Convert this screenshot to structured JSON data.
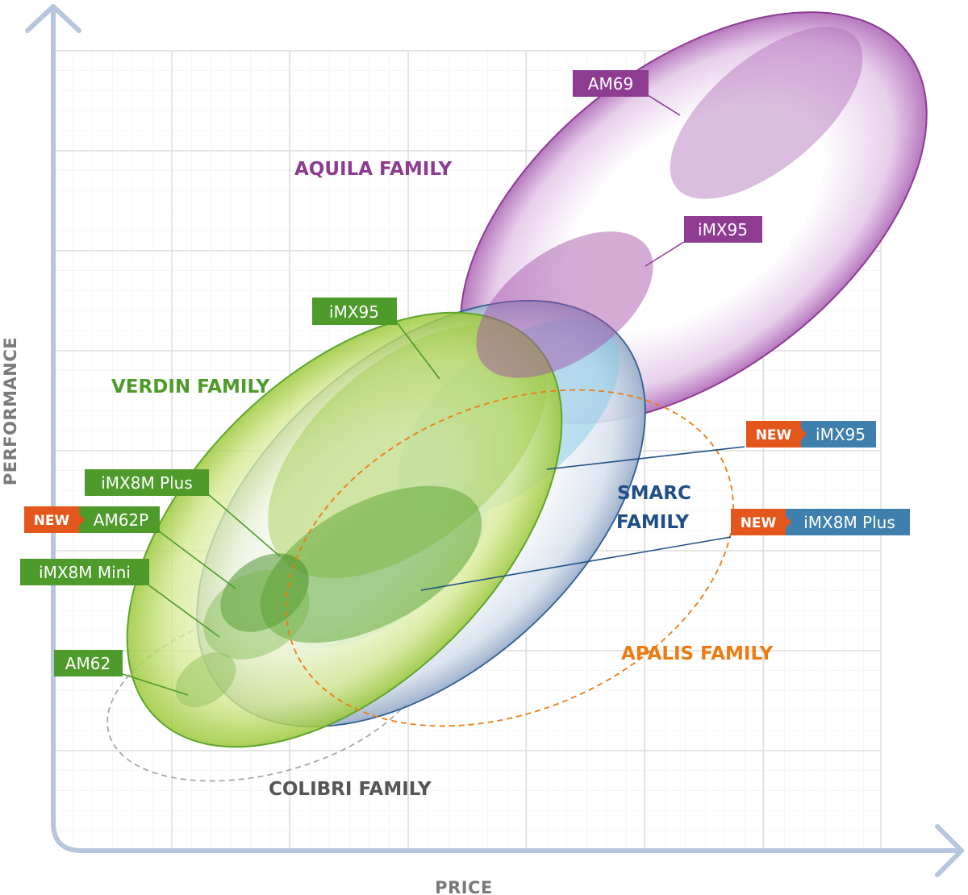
{
  "axes": {
    "x_label": "PRICE",
    "y_label": "PERFORMANCE"
  },
  "families": {
    "aquila": "AQUILA FAMILY",
    "verdin": "VERDIN FAMILY",
    "smarc": [
      "SMARC",
      "FAMILY"
    ],
    "apalis": "APALIS FAMILY",
    "colibri": "COLIBRI FAMILY"
  },
  "badges": {
    "new": "NEW"
  },
  "modules": {
    "aquila_am69": "AM69",
    "aquila_imx95": "iMX95",
    "verdin_imx95": "iMX95",
    "verdin_imx8m_plus": "iMX8M Plus",
    "verdin_am62p": "AM62P",
    "verdin_imx8m_mini": "iMX8M Mini",
    "verdin_am62": "AM62",
    "smarc_imx95": "iMX95",
    "smarc_imx8m_plus": "iMX8M Plus"
  },
  "colors": {
    "aquila": "#8e3b92",
    "verdin": "#4e9a2a",
    "smarc": "#1f4f86",
    "apalis": "#ec7c12",
    "colibri": "#555555",
    "new_badge": "#e4571c",
    "smarc_chip": "#3f7fae",
    "axis": "#b8c6dd",
    "grid": "#e3e3e3"
  }
}
